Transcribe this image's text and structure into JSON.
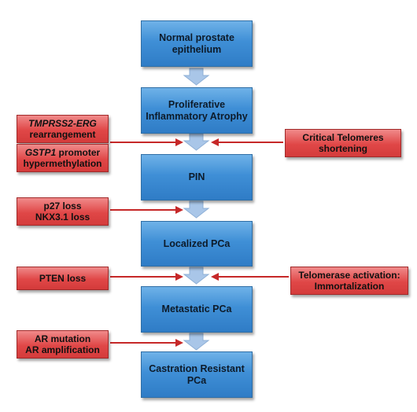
{
  "stages": [
    {
      "line1": "Normal prostate",
      "line2": "epithelium"
    },
    {
      "line1": "Proliferative",
      "line2": "Inflammatory Atrophy"
    },
    {
      "line1": "PIN",
      "line2": ""
    },
    {
      "line1": "Localized PCa",
      "line2": ""
    },
    {
      "line1": "Metastatic PCa",
      "line2": ""
    },
    {
      "line1": "Castration Resistant",
      "line2": "PCa"
    }
  ],
  "left_factors": {
    "tmprss2_erg": {
      "gene": "TMPRSS2-ERG",
      "text": "rearrangement"
    },
    "gstp1": {
      "gene": "GSTP1",
      "suffix": " promoter",
      "text": "hypermethylation"
    },
    "p27_nkx": {
      "line1": "p27 loss",
      "line2": "NKX3.1 loss"
    },
    "pten": {
      "line1": "PTEN loss"
    },
    "ar": {
      "line1": "AR mutation",
      "line2": "AR amplification"
    }
  },
  "right_factors": {
    "telomeres": {
      "line1": "Critical Telomeres",
      "line2": "shortening"
    },
    "telomerase": {
      "line1": "Telomerase activation:",
      "line2": "Immortalization"
    }
  },
  "colors": {
    "stage_fill": "#3f8fd6",
    "factor_fill": "#e04747",
    "down_arrow": "#a9c6e8",
    "side_arrow": "#c62828"
  }
}
